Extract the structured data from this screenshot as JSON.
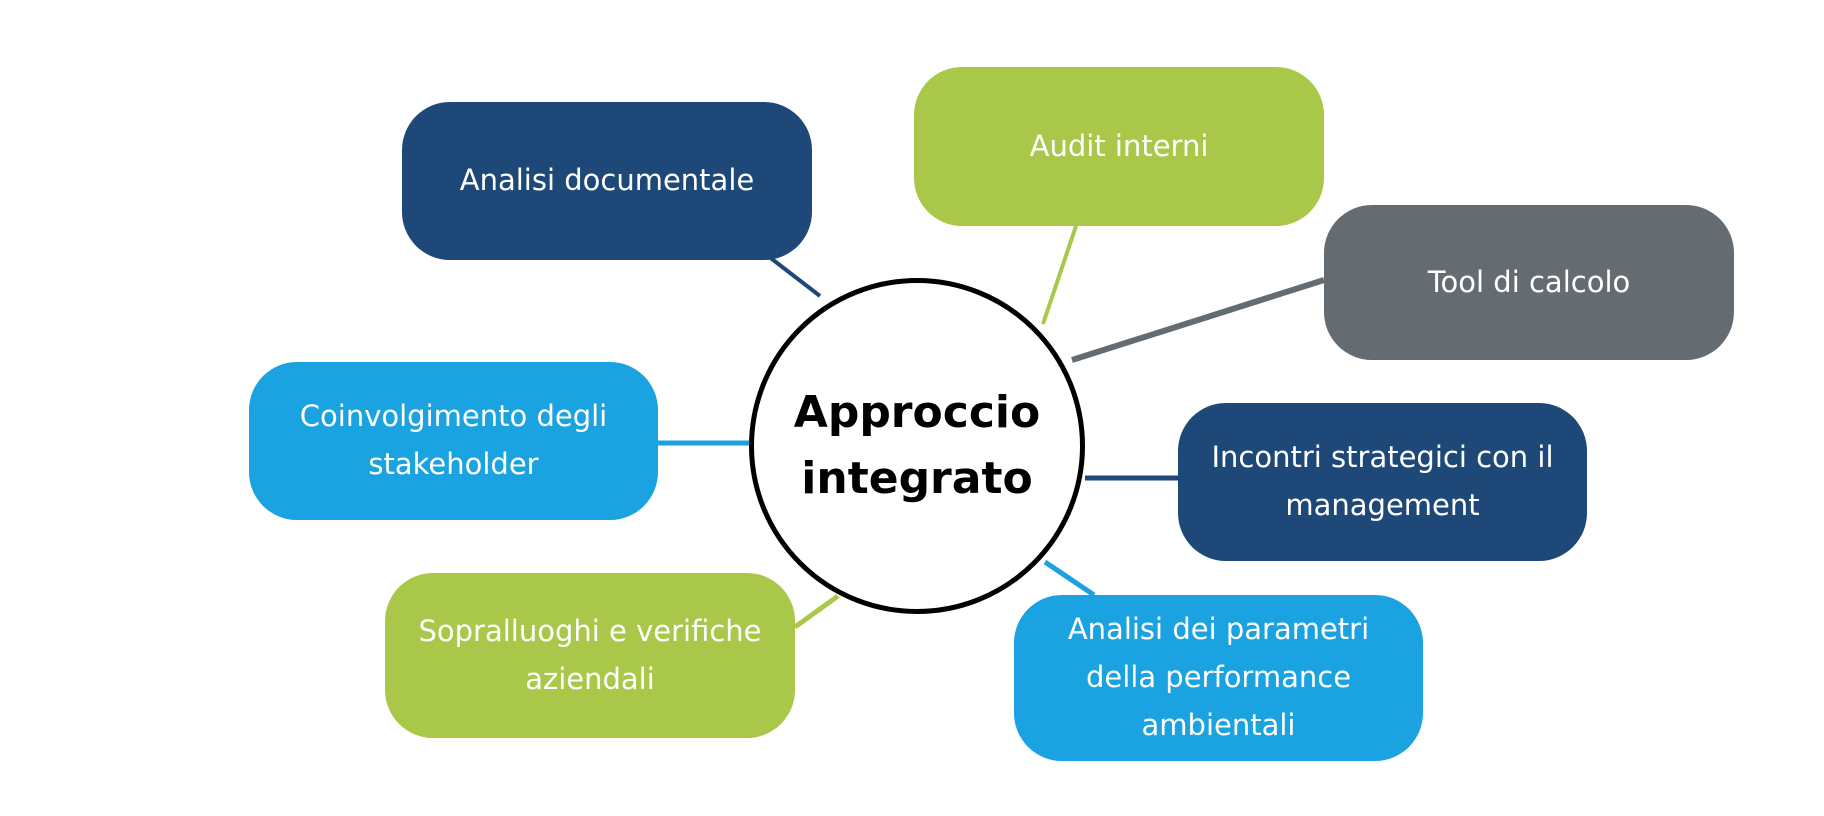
{
  "center": {
    "line1": "Approccio",
    "line2": "integrato"
  },
  "nodes": [
    {
      "id": "analisi-documentale",
      "lines": [
        "Analisi documentale"
      ],
      "color": "#1e4877",
      "link_color": "#1e4877"
    },
    {
      "id": "audit-interni",
      "lines": [
        "Audit interni"
      ],
      "color": "#a9c84a",
      "link_color": "#a9c84a"
    },
    {
      "id": "tool-di-calcolo",
      "lines": [
        "Tool di calcolo"
      ],
      "color": "#646c72",
      "link_color": "#646c72"
    },
    {
      "id": "coinvolgimento-stakeholder",
      "lines": [
        "Coinvolgimento degli",
        "stakeholder"
      ],
      "color": "#1aa3e0",
      "link_color": "#1aa3e0"
    },
    {
      "id": "incontri-strategici",
      "lines": [
        "Incontri strategici con il",
        "management"
      ],
      "color": "#1e4877",
      "link_color": "#1e4877"
    },
    {
      "id": "sopralluoghi",
      "lines": [
        "Sopralluoghi e verifiche",
        "aziendali"
      ],
      "color": "#a9c84a",
      "link_color": "#a9c84a"
    },
    {
      "id": "analisi-parametri",
      "lines": [
        "Analisi dei parametri",
        "della performance",
        "ambientali"
      ],
      "color": "#1aa3e0",
      "link_color": "#1aa3e0"
    }
  ]
}
